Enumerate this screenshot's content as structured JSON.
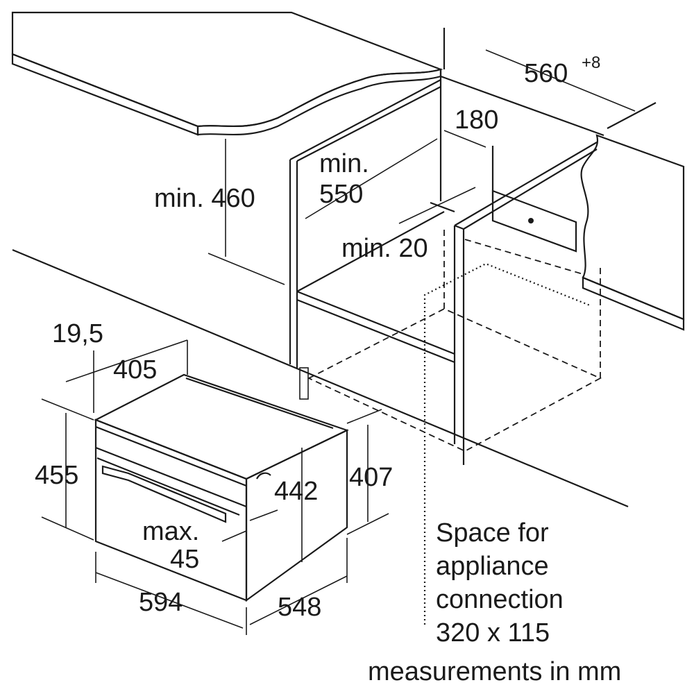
{
  "dimensions": {
    "niche_depth": "560",
    "niche_depth_tolerance": "+8",
    "rear_gap": "180",
    "niche_min_depth_label": "min.",
    "niche_min_depth": "550",
    "niche_min_height": "min. 460",
    "side_gap": "min. 20",
    "front_offset": "19,5",
    "top_depth": "405",
    "front_height": "455",
    "inner_height": "442",
    "body_height": "407",
    "panel_max_label": "max.",
    "panel_max": "45",
    "width": "594",
    "depth": "548"
  },
  "connection_note": {
    "lines": [
      "Space for",
      "appliance",
      "connection",
      "320 x 115"
    ]
  },
  "units_note": "measurements in mm",
  "colors": {
    "countertop_top": "#e8e8e8",
    "countertop_edge": "#b8b8b8",
    "line": "#1a1a1a"
  }
}
